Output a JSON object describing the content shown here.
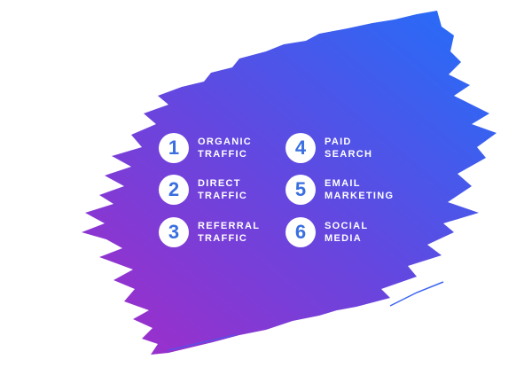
{
  "items": [
    {
      "number": "1",
      "line1": "ORGANIC",
      "line2": "TRAFFIC"
    },
    {
      "number": "2",
      "line1": "DIRECT",
      "line2": "TRAFFIC"
    },
    {
      "number": "3",
      "line1": "REFERRAL",
      "line2": "TRAFFIC"
    },
    {
      "number": "4",
      "line1": "PAID",
      "line2": "SEARCH"
    },
    {
      "number": "5",
      "line1": "EMAIL",
      "line2": "MARKETING"
    },
    {
      "number": "6",
      "line1": "SOCIAL",
      "line2": "MEDIA"
    }
  ],
  "colors": {
    "gradient_start": "#a52bc8",
    "gradient_end": "#2c6cf6",
    "number": "#3a6fe0"
  }
}
